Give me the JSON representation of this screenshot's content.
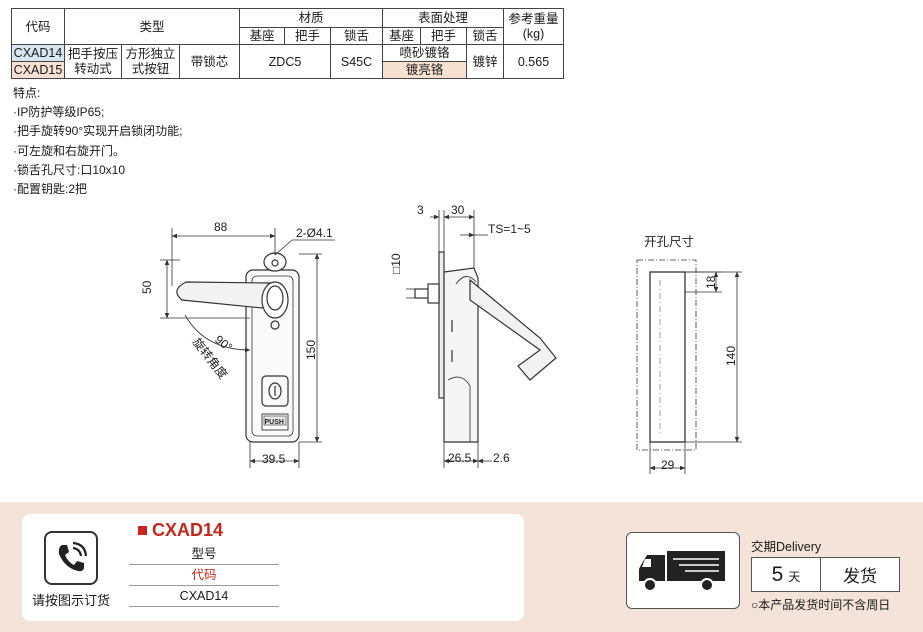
{
  "table": {
    "head": {
      "code": "代码",
      "type": "类型",
      "material": "材质",
      "surface": "表面处理",
      "weight": "参考重量",
      "weight_unit": "(kg)",
      "base": "基座",
      "handle": "把手",
      "tongue": "锁舌"
    },
    "codes": [
      "CXAD14",
      "CXAD15"
    ],
    "type_cells": [
      "把手按压转动式",
      "方形独立式按钮",
      "带锁芯"
    ],
    "type_lines": [
      [
        "把手按压",
        "转动式"
      ],
      [
        "方形独立",
        "式按钮"
      ],
      [
        "带锁芯"
      ]
    ],
    "material_base_handle": "ZDC5",
    "material_tongue": "S45C",
    "surface_base_handle": [
      "喷砂镀铬",
      "镀亮铬"
    ],
    "surface_tongue": "镀锌",
    "weight_value": "0.565"
  },
  "features": {
    "title": "特点:",
    "items": [
      "·IP防护等级IP65;",
      "·把手旋转90°实现开启锁闭功能;",
      "·可左旋和右旋开门。",
      "·锁舌孔尺寸:口10x10",
      "·配置钥匙:2把"
    ]
  },
  "drawing": {
    "front": {
      "dim_width_top": "88",
      "dim_hole": "2-Ø4.1",
      "dim_left": "50",
      "dim_height": "150",
      "dim_bottom": "39.5",
      "angle": "90°",
      "rotation_label": "旋转角度",
      "button_text": "PUSH"
    },
    "side": {
      "dim_3": "3",
      "dim_30": "30",
      "dim_ts": "TS=1~5",
      "dim_square": "□10",
      "dim_26_5": "26.5",
      "dim_2_6": "2.6"
    },
    "cutout": {
      "title": "开孔尺寸",
      "dim_18": "18",
      "dim_140": "140",
      "dim_29": "29"
    }
  },
  "order": {
    "label": "请按图示订货",
    "code_title": "CXAD14",
    "rows": [
      "型号",
      "代码",
      "CXAD14"
    ]
  },
  "delivery": {
    "title": "交期Delivery",
    "days": "5",
    "unit": "天",
    "ship": "发货",
    "note": "○本产品发货时间不含周日"
  },
  "colors": {
    "accent_red": "#c6261b",
    "bottom_bg": "#f4e3d8",
    "highlight_blue": "#d9e6f2",
    "highlight_peach": "#f7e1d2"
  }
}
